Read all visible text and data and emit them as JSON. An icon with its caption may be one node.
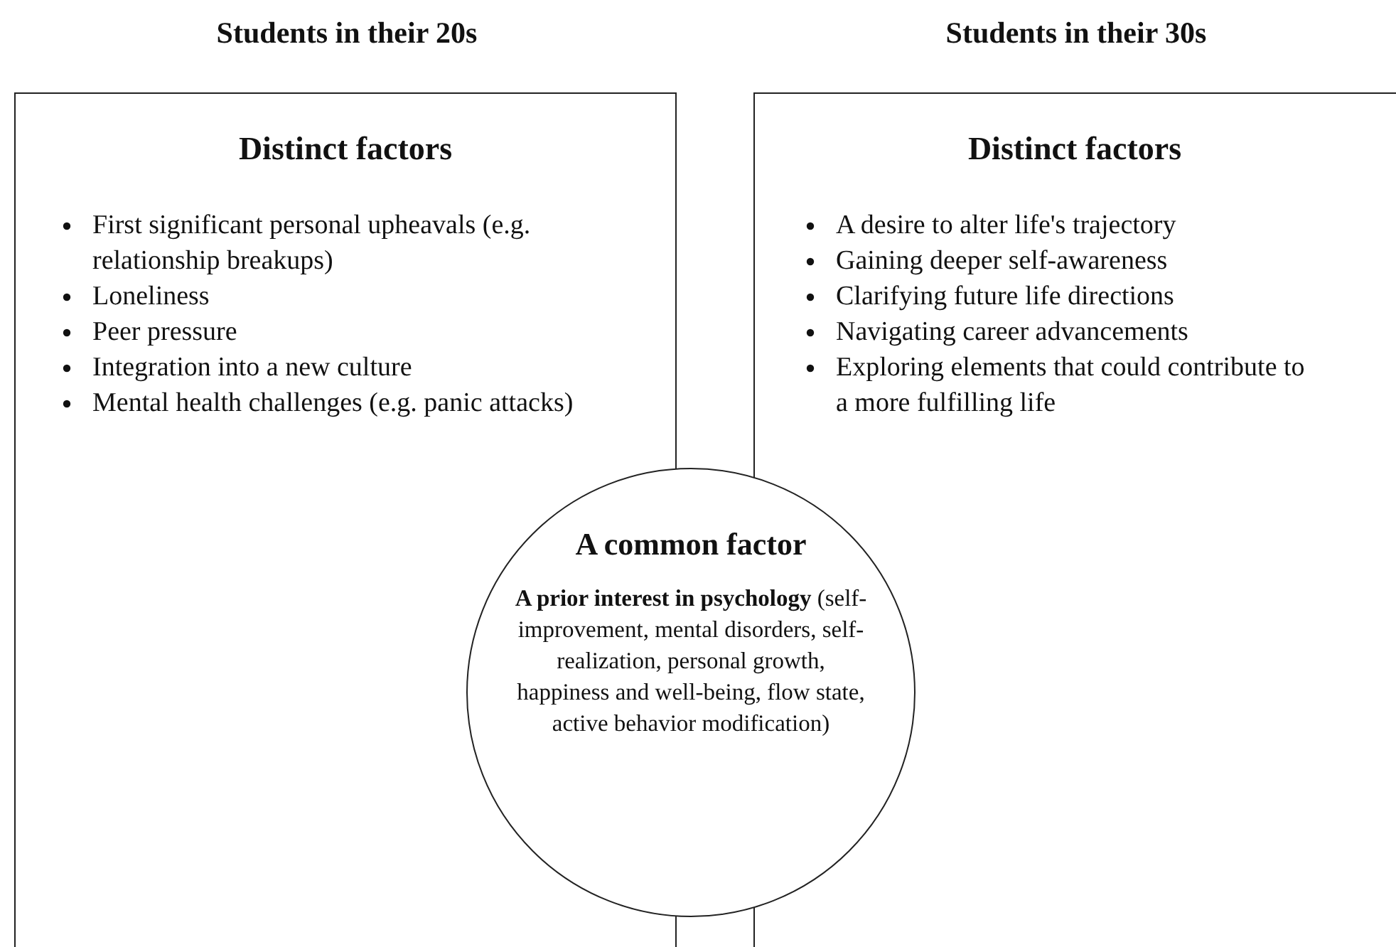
{
  "diagram": {
    "nodes": [
      {
        "text": [
          "Students in their 20s",
          "Distinct factors",
          "First significant personal upheavals (e.g. relationship breakups)",
          "Loneliness",
          "Peer pressure",
          "Integration into a new culture",
          "Mental health challenges (e.g. panic attacks)"
        ]
      },
      {
        "text": [
          "Students in their 30s",
          "Distinct factors",
          "A desire to alter life's trajectory",
          "Gaining deeper self-awareness",
          "Clarifying future life directions",
          "Navigating career advancements",
          "Exploring elements that could contribute to a more fulfilling life"
        ]
      },
      {
        "text": [
          "A common factor",
          "**A prior interest in psychology** (self-improvement, mental disorders, self-realization, personal growth, happiness and well-being, flow state, active behavior modification)"
        ]
      }
    ]
  }
}
